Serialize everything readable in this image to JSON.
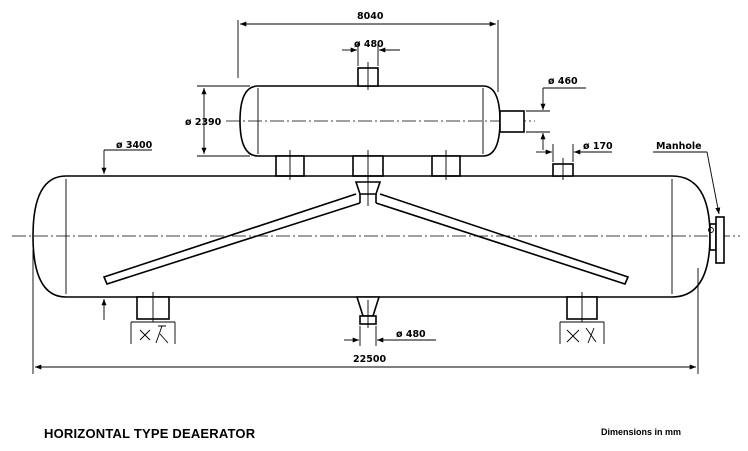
{
  "title": "HORIZONTAL TYPE DEAERATOR",
  "units_note": "Dimensions in mm",
  "labels": {
    "top_length": "8040",
    "top_nozzle_dia": "ø 480",
    "side_nozzle_dia": "ø 460",
    "top_vessel_dia": "ø 2390",
    "main_vessel_dia": "ø 3400",
    "small_nozzle_dia": "ø 170",
    "manhole": "Manhole",
    "bottom_outlet_dia": "ø 480",
    "total_length": "22500"
  }
}
